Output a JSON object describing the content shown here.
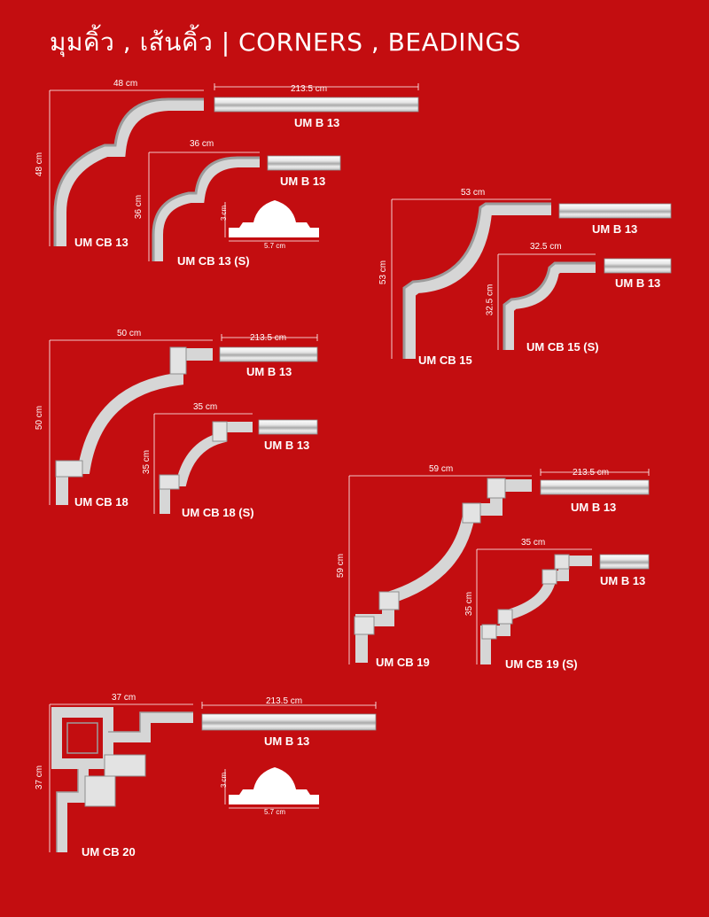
{
  "title": "มุมคิ้ว , เส้นคิ้ว | CORNERS , BEADINGS",
  "colors": {
    "background": "#c30d10",
    "molding_light": "#f2f2f2",
    "molding_shade": "#b9b9b9",
    "dim_line": "#ffffff"
  },
  "products": {
    "cb13": {
      "code": "UM CB 13",
      "width": "48 cm",
      "height": "48 cm"
    },
    "cb13s": {
      "code": "UM CB 13 (S)",
      "width": "36 cm",
      "height": "36 cm"
    },
    "cb15": {
      "code": "UM CB 15",
      "width": "53 cm",
      "height": "53 cm"
    },
    "cb15s": {
      "code": "UM CB 15 (S)",
      "width": "32.5 cm",
      "height": "32.5 cm"
    },
    "cb18": {
      "code": "UM CB 18",
      "width": "50 cm",
      "height": "50 cm"
    },
    "cb18s": {
      "code": "UM CB 18 (S)",
      "width": "35 cm",
      "height": "35 cm"
    },
    "cb19": {
      "code": "UM CB 19",
      "width": "59 cm",
      "height": "59 cm"
    },
    "cb19s": {
      "code": "UM CB 19 (S)",
      "width": "35 cm",
      "height": "35 cm"
    },
    "cb20": {
      "code": "UM CB 20",
      "width": "37 cm",
      "height": "37 cm"
    }
  },
  "beading": {
    "code": "UM B 13",
    "length": "213.5 cm"
  },
  "profile": {
    "height": "3 cm",
    "width": "5.7 cm"
  }
}
